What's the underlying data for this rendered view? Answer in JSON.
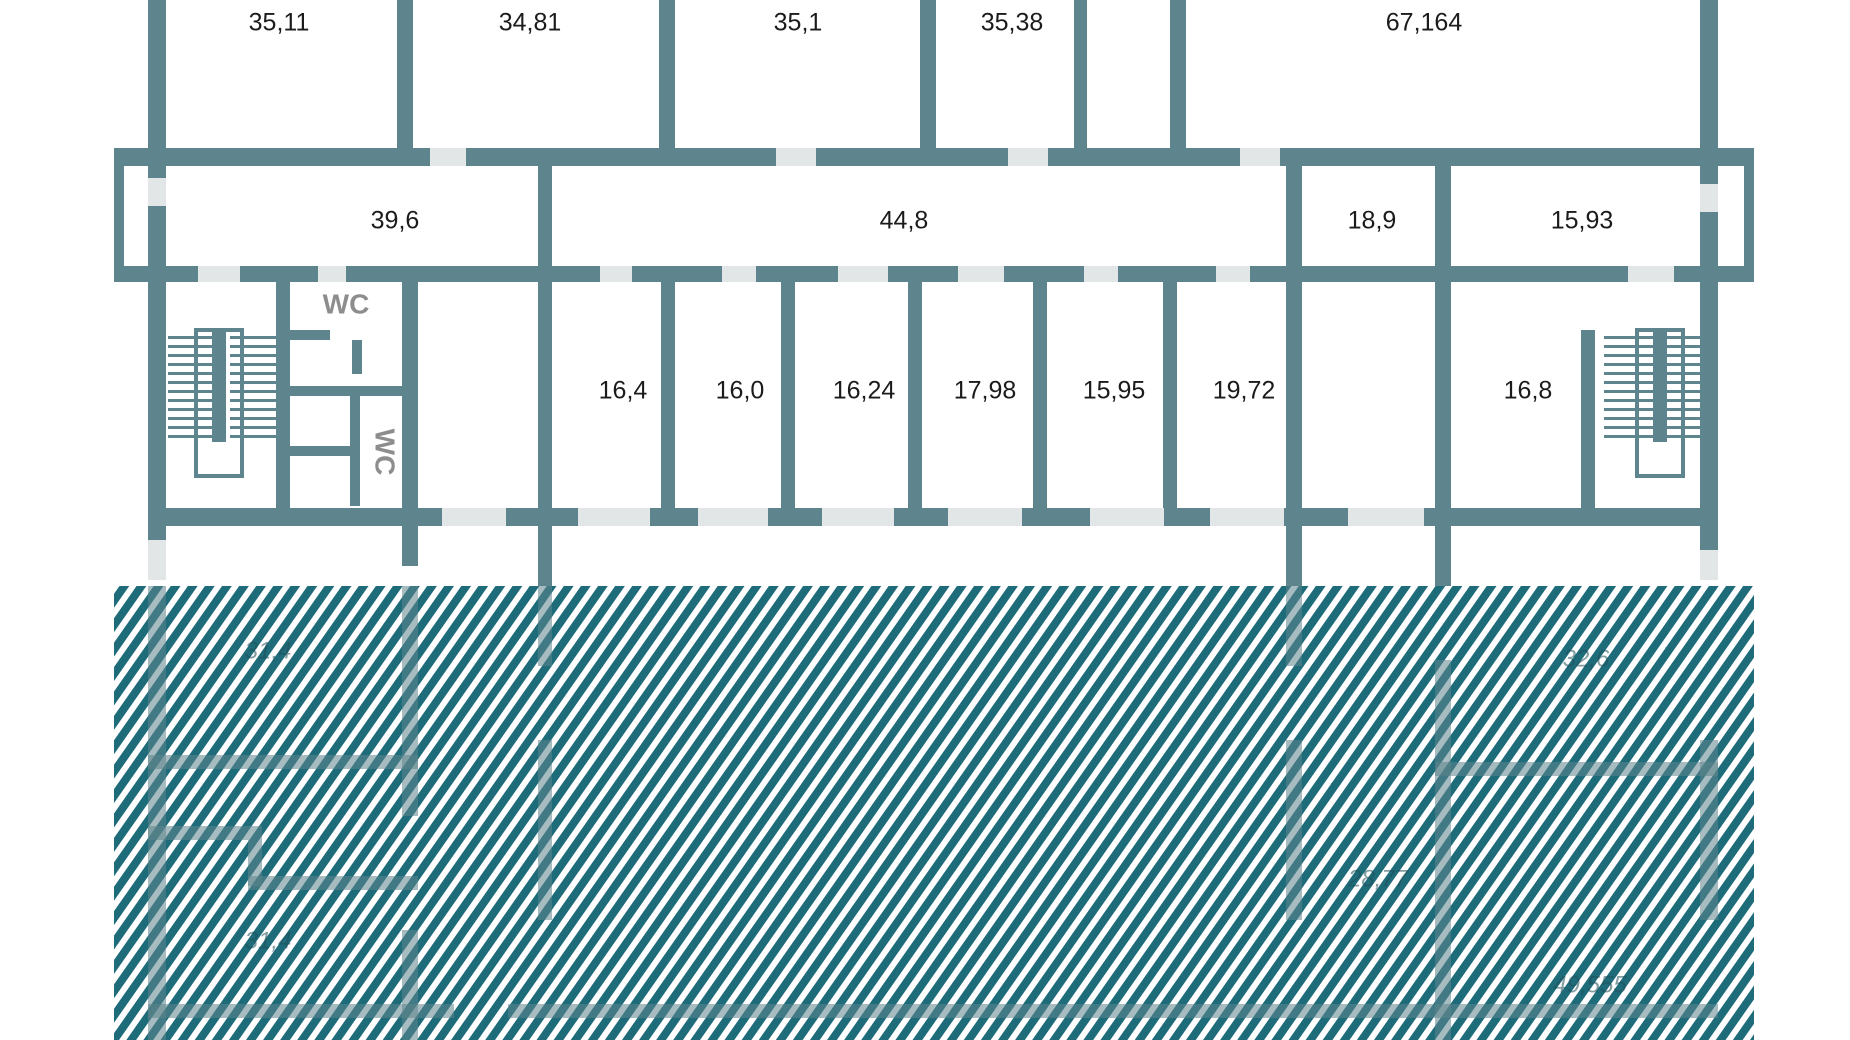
{
  "colors": {
    "wall": "#5e858d",
    "hatch": "#1e6b7a",
    "background": "#ffffff",
    "door_gap": "#e3e6e7",
    "label": "#1b1b1b",
    "wc_label": "#8d8d8d"
  },
  "rooms": {
    "top_row": [
      "35,11",
      "34,81",
      "35,1",
      "35,38",
      "67,164"
    ],
    "corridor_row": [
      "39,6",
      "44,8",
      "18,9",
      "15,93"
    ],
    "office_row": [
      "16,4",
      "16,0",
      "16,24",
      "17,98",
      "15,95",
      "19,72",
      "16,8"
    ]
  },
  "wc": [
    "WC",
    "WC"
  ],
  "hatched_zone": {
    "labels": [
      "31,4",
      "32,6",
      "31,4",
      "28,77",
      "49,555"
    ]
  },
  "icons": [
    "staircase-icon",
    "staircase-icon"
  ]
}
